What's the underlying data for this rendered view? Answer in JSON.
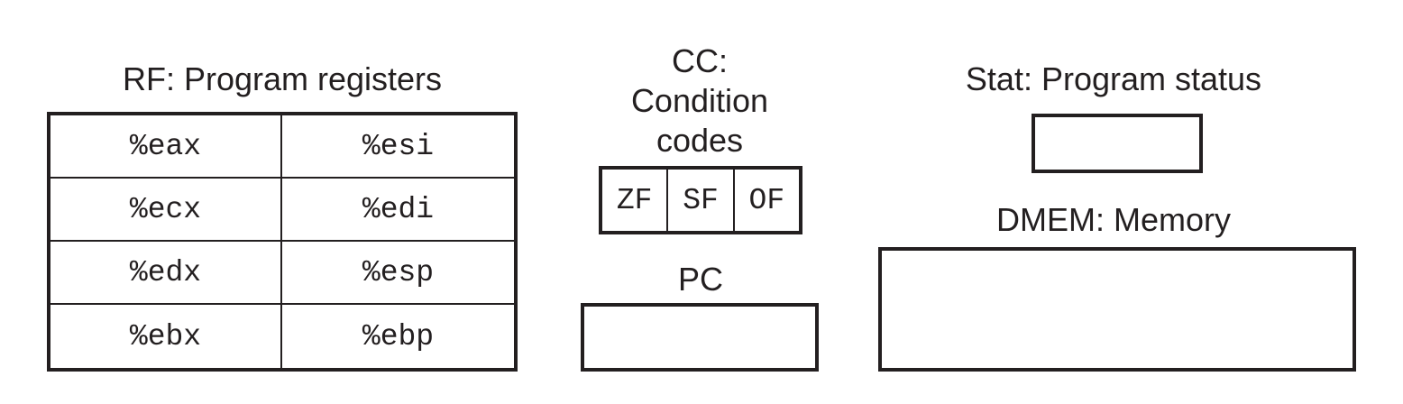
{
  "rf": {
    "title": "RF: Program registers",
    "rows": [
      [
        "%eax",
        "%esi"
      ],
      [
        "%ecx",
        "%edi"
      ],
      [
        "%edx",
        "%esp"
      ],
      [
        "%ebx",
        "%ebp"
      ]
    ]
  },
  "cc": {
    "title_line1": "CC:",
    "title_line2": "Condition",
    "title_line3": "codes",
    "flags": [
      "ZF",
      "SF",
      "OF"
    ]
  },
  "pc": {
    "title": "PC"
  },
  "stat": {
    "title": "Stat: Program status"
  },
  "dmem": {
    "title": "DMEM: Memory"
  }
}
